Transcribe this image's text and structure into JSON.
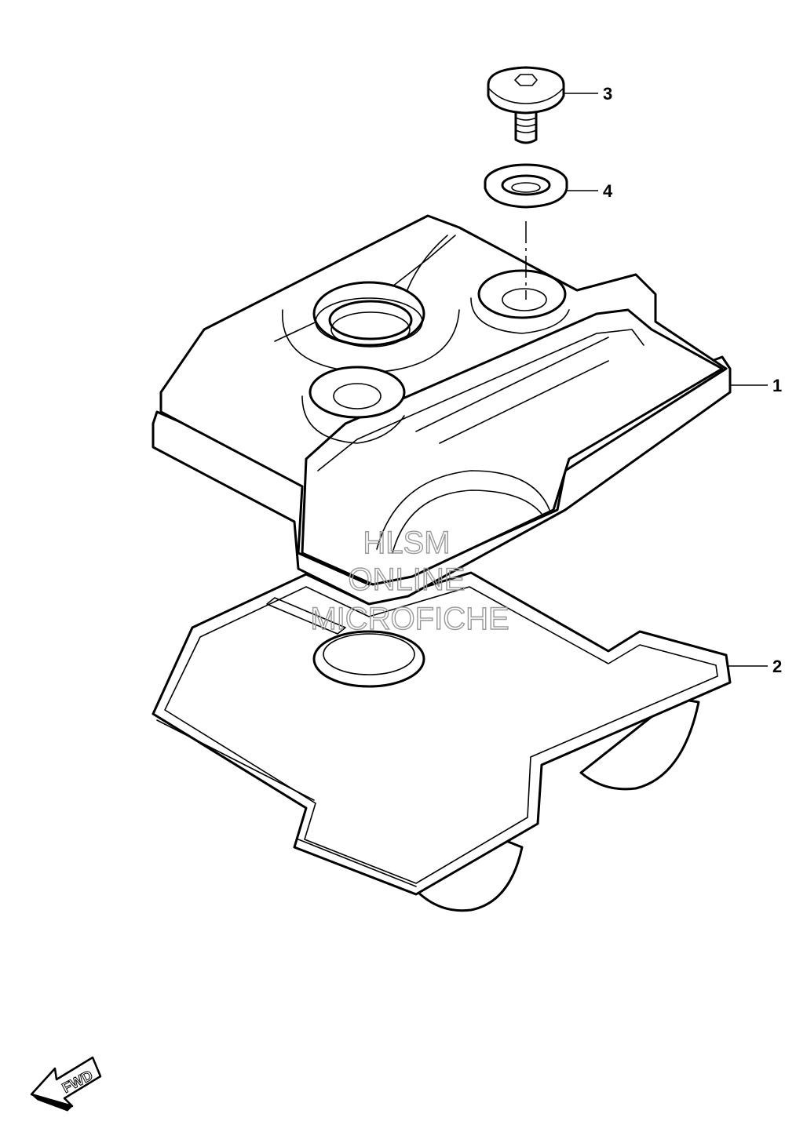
{
  "callouts": [
    {
      "number": "1",
      "part": "cylinder-head-cover"
    },
    {
      "number": "2",
      "part": "gasket"
    },
    {
      "number": "3",
      "part": "bolt"
    },
    {
      "number": "4",
      "part": "seal-washer"
    }
  ],
  "watermark": {
    "line1": "HLSM",
    "line2": "ONLINE",
    "line3": "MICROFICHE",
    "color": "#9a9a9a"
  },
  "fwd_label": "FWD",
  "line_color": "#000000",
  "background": "#ffffff"
}
